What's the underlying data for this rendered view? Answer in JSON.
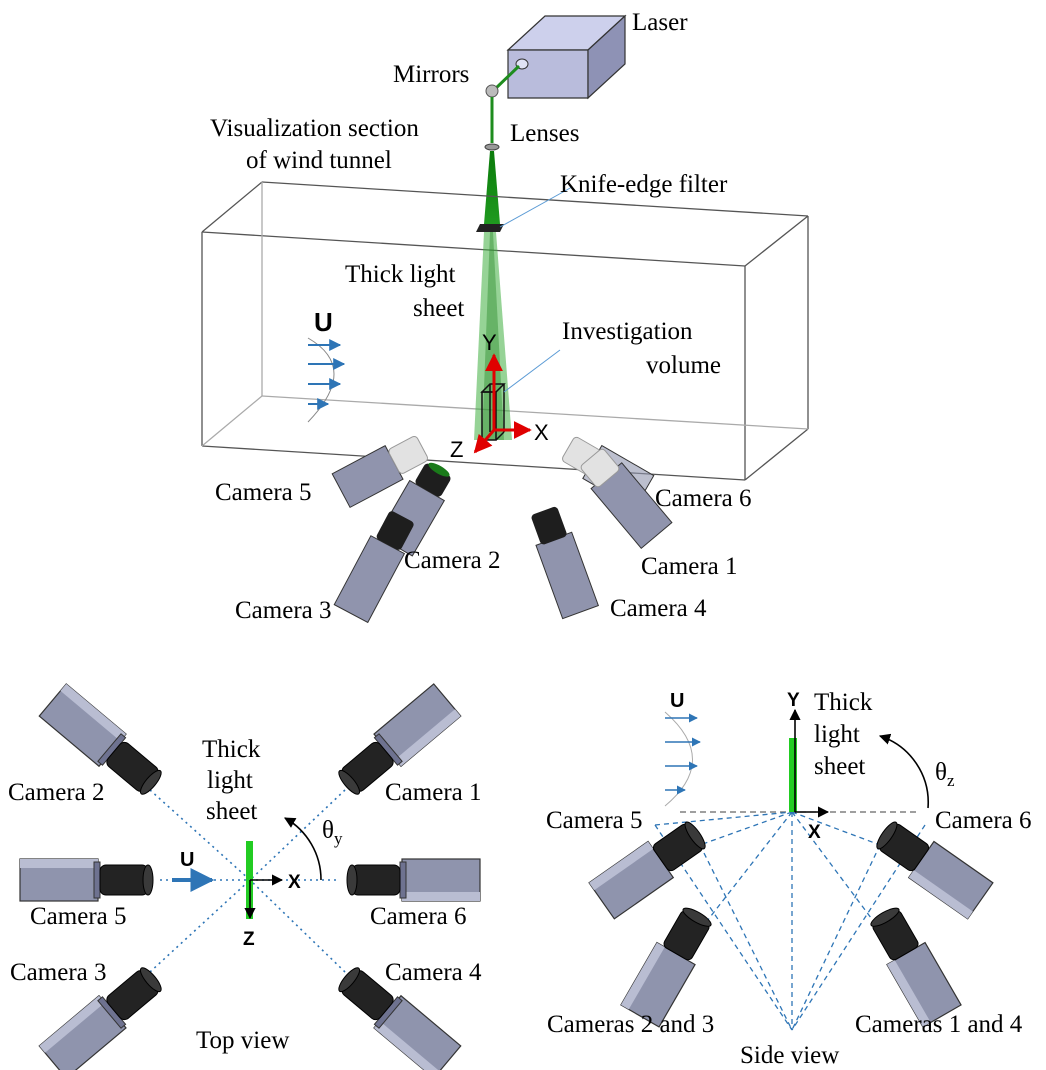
{
  "perspective": {
    "laser": "Laser",
    "mirrors": "Mirrors",
    "lenses": "Lenses",
    "tunnel_line1": "Visualization section",
    "tunnel_line2": "of wind tunnel",
    "knife_edge": "Knife-edge filter",
    "sheet_line1": "Thick light",
    "sheet_line2": "sheet",
    "volume_line1": "Investigation",
    "volume_line2": "volume",
    "flow": "U",
    "axis_x": "X",
    "axis_y": "Y",
    "axis_z": "Z",
    "camera5": "Camera 5",
    "camera6": "Camera 6",
    "camera2": "Camera 2",
    "camera1": "Camera 1",
    "camera3": "Camera 3",
    "camera4": "Camera 4"
  },
  "top_view": {
    "caption": "Top view",
    "camera2": "Camera 2",
    "camera1": "Camera 1",
    "camera5": "Camera 5",
    "camera6": "Camera 6",
    "camera3": "Camera 3",
    "camera4": "Camera 4",
    "sheet_line1": "Thick",
    "sheet_line2": "light",
    "sheet_line3": "sheet",
    "flow": "U",
    "axis_x": "X",
    "axis_z": "Z",
    "angle_symbol": "θ",
    "angle_sub": "y"
  },
  "side_view": {
    "caption": "Side view",
    "camera5": "Camera 5",
    "camera6": "Camera 6",
    "cameras23": "Cameras 2 and 3",
    "cameras14": "Cameras 1 and 4",
    "sheet_line1": "Thick",
    "sheet_line2": "light",
    "sheet_line3": "sheet",
    "flow": "U",
    "axis_x": "X",
    "axis_y": "Y",
    "angle_symbol": "θ",
    "angle_sub": "z"
  },
  "colors": {
    "sheet": "#22cc22",
    "flow_arrow": "#2e75b6",
    "axis_red": "#e00000",
    "camera_body": "#8f94ad",
    "camera_lens": "#1e1e1e"
  }
}
